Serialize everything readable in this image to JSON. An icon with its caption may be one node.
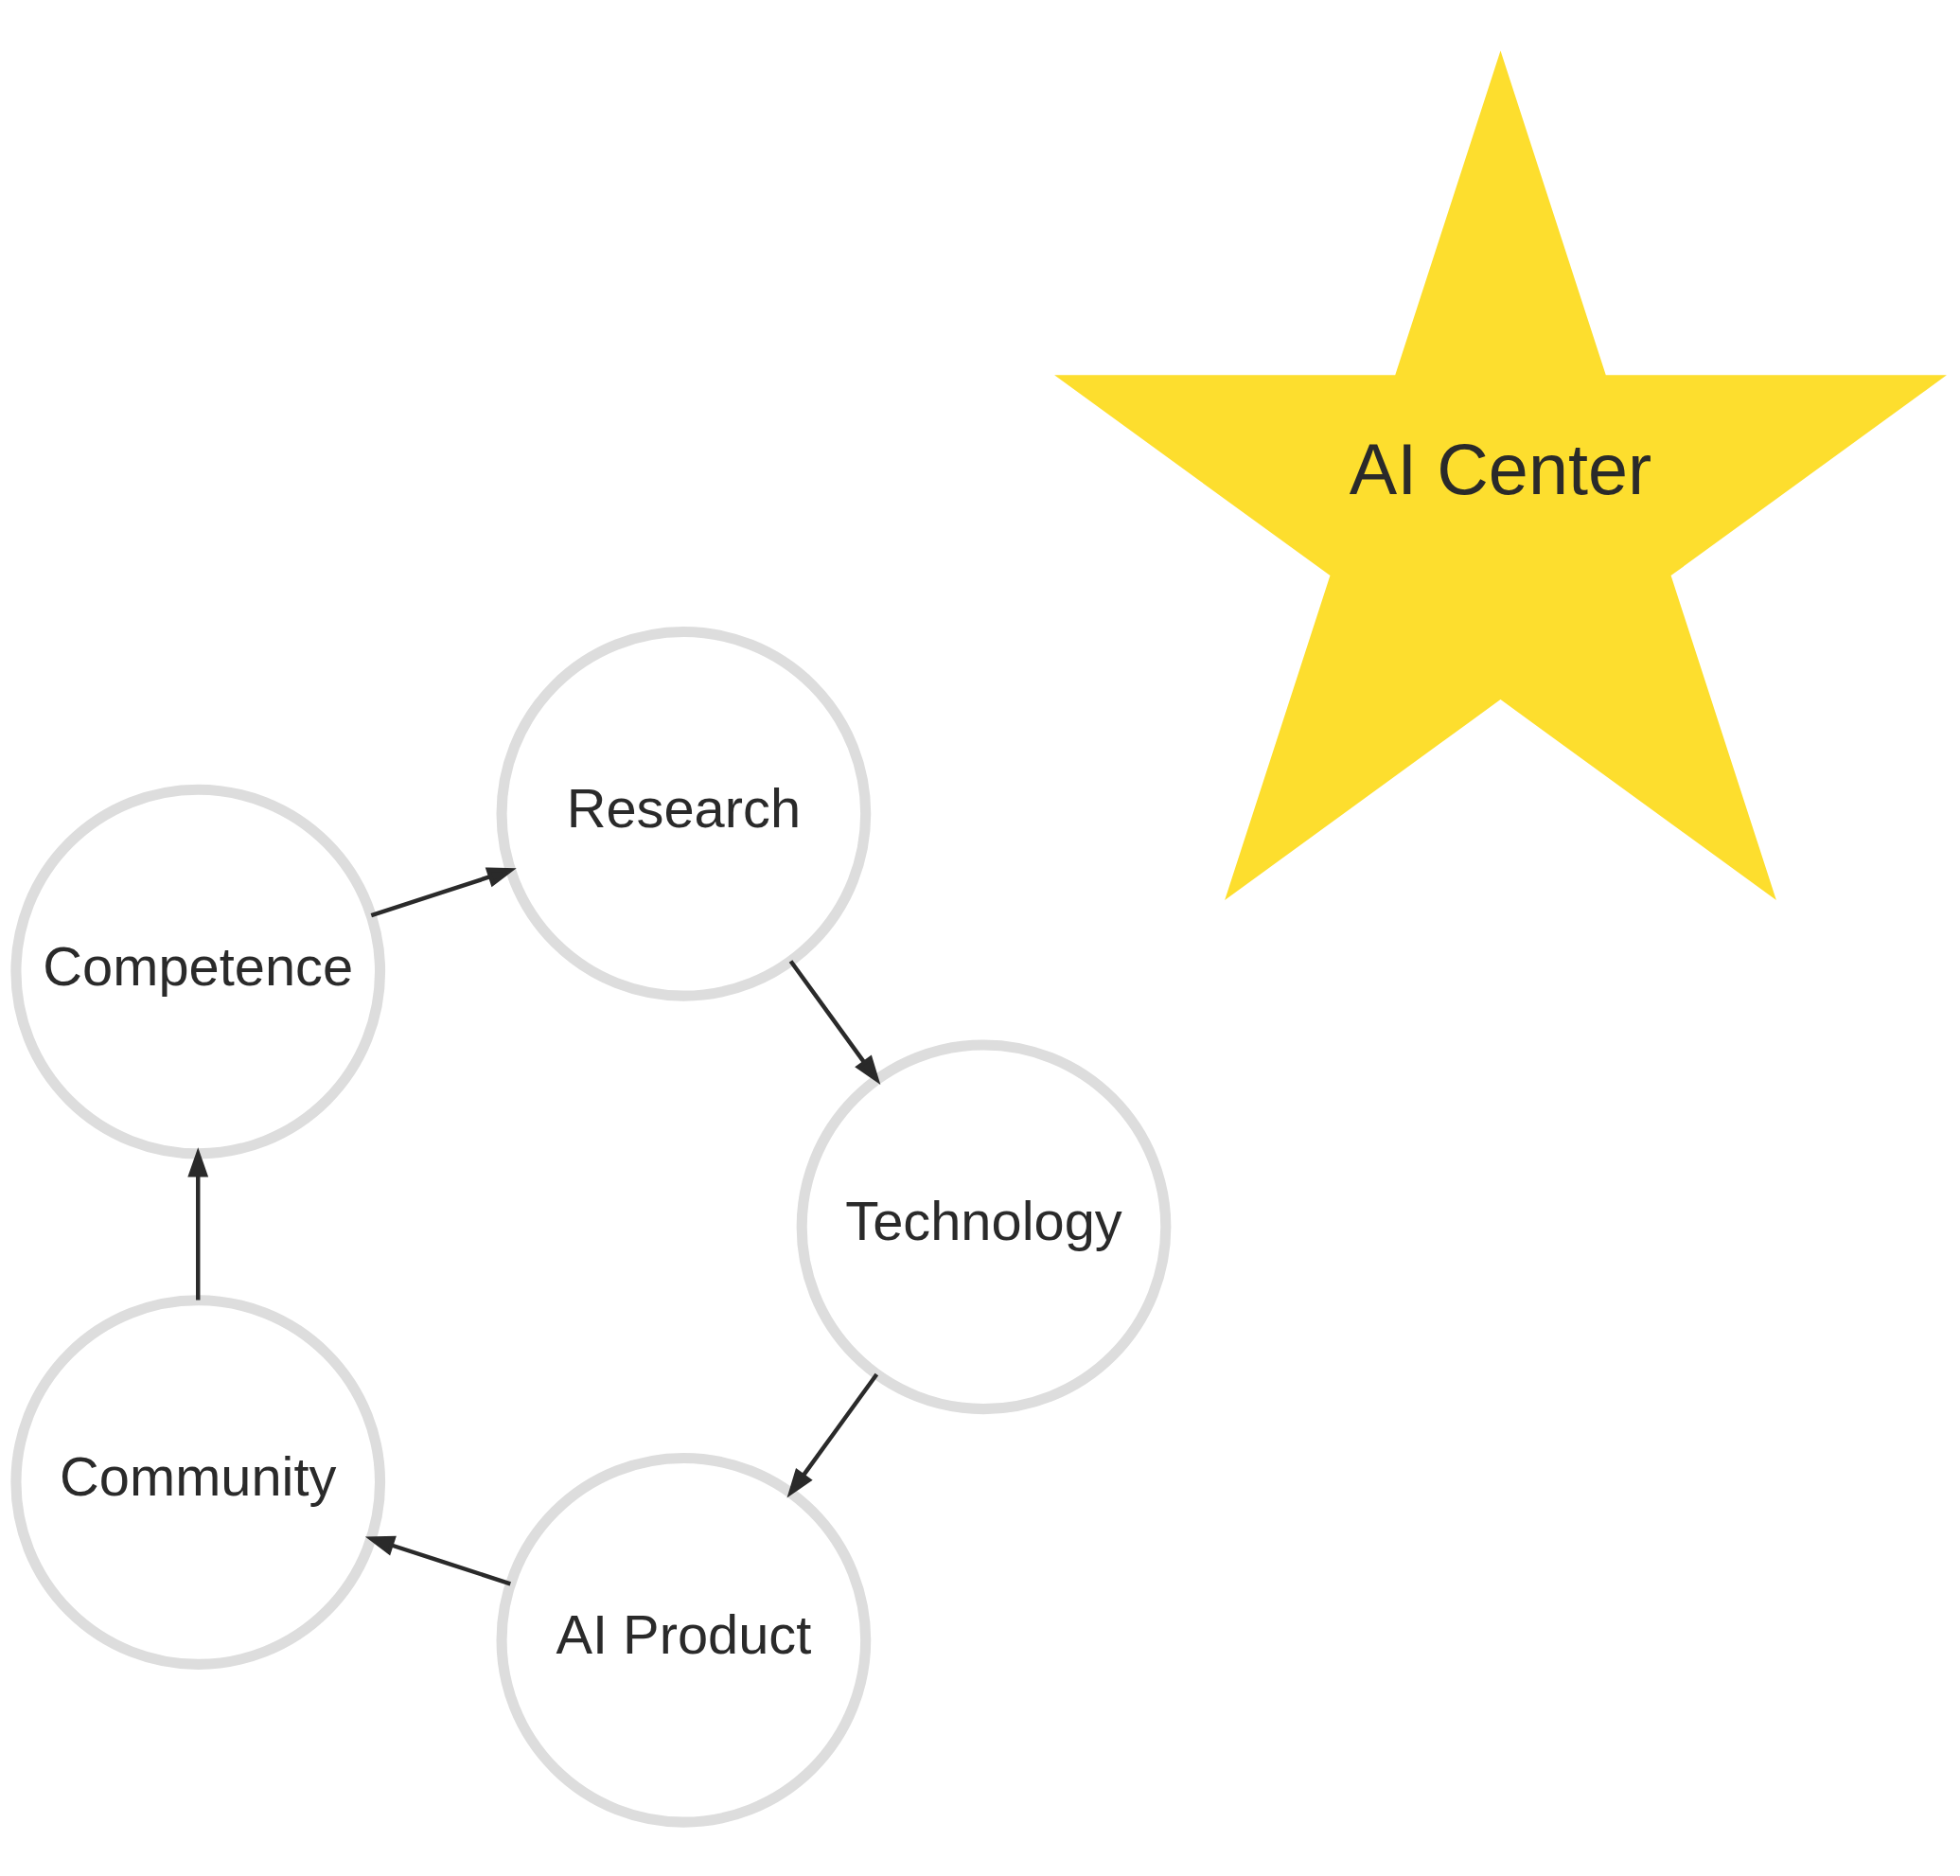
{
  "diagram": {
    "nodes": [
      {
        "text": [
          "AI Product"
        ]
      },
      {
        "text": [
          "Technology"
        ]
      },
      {
        "text": [
          "AI Center"
        ]
      },
      {
        "text": [
          "Community"
        ]
      },
      {
        "text": [
          "Research"
        ]
      },
      {
        "text": [
          "Competence"
        ]
      }
    ],
    "edges": [
      {
        "from": 0,
        "to": 3,
        "arrow": "to"
      },
      {
        "from": 3,
        "to": 5,
        "arrow": "to"
      },
      {
        "from": 5,
        "to": 4,
        "arrow": "to"
      },
      {
        "from": 4,
        "to": 1,
        "arrow": "to"
      },
      {
        "from": 1,
        "to": 0,
        "arrow": "to"
      }
    ]
  }
}
